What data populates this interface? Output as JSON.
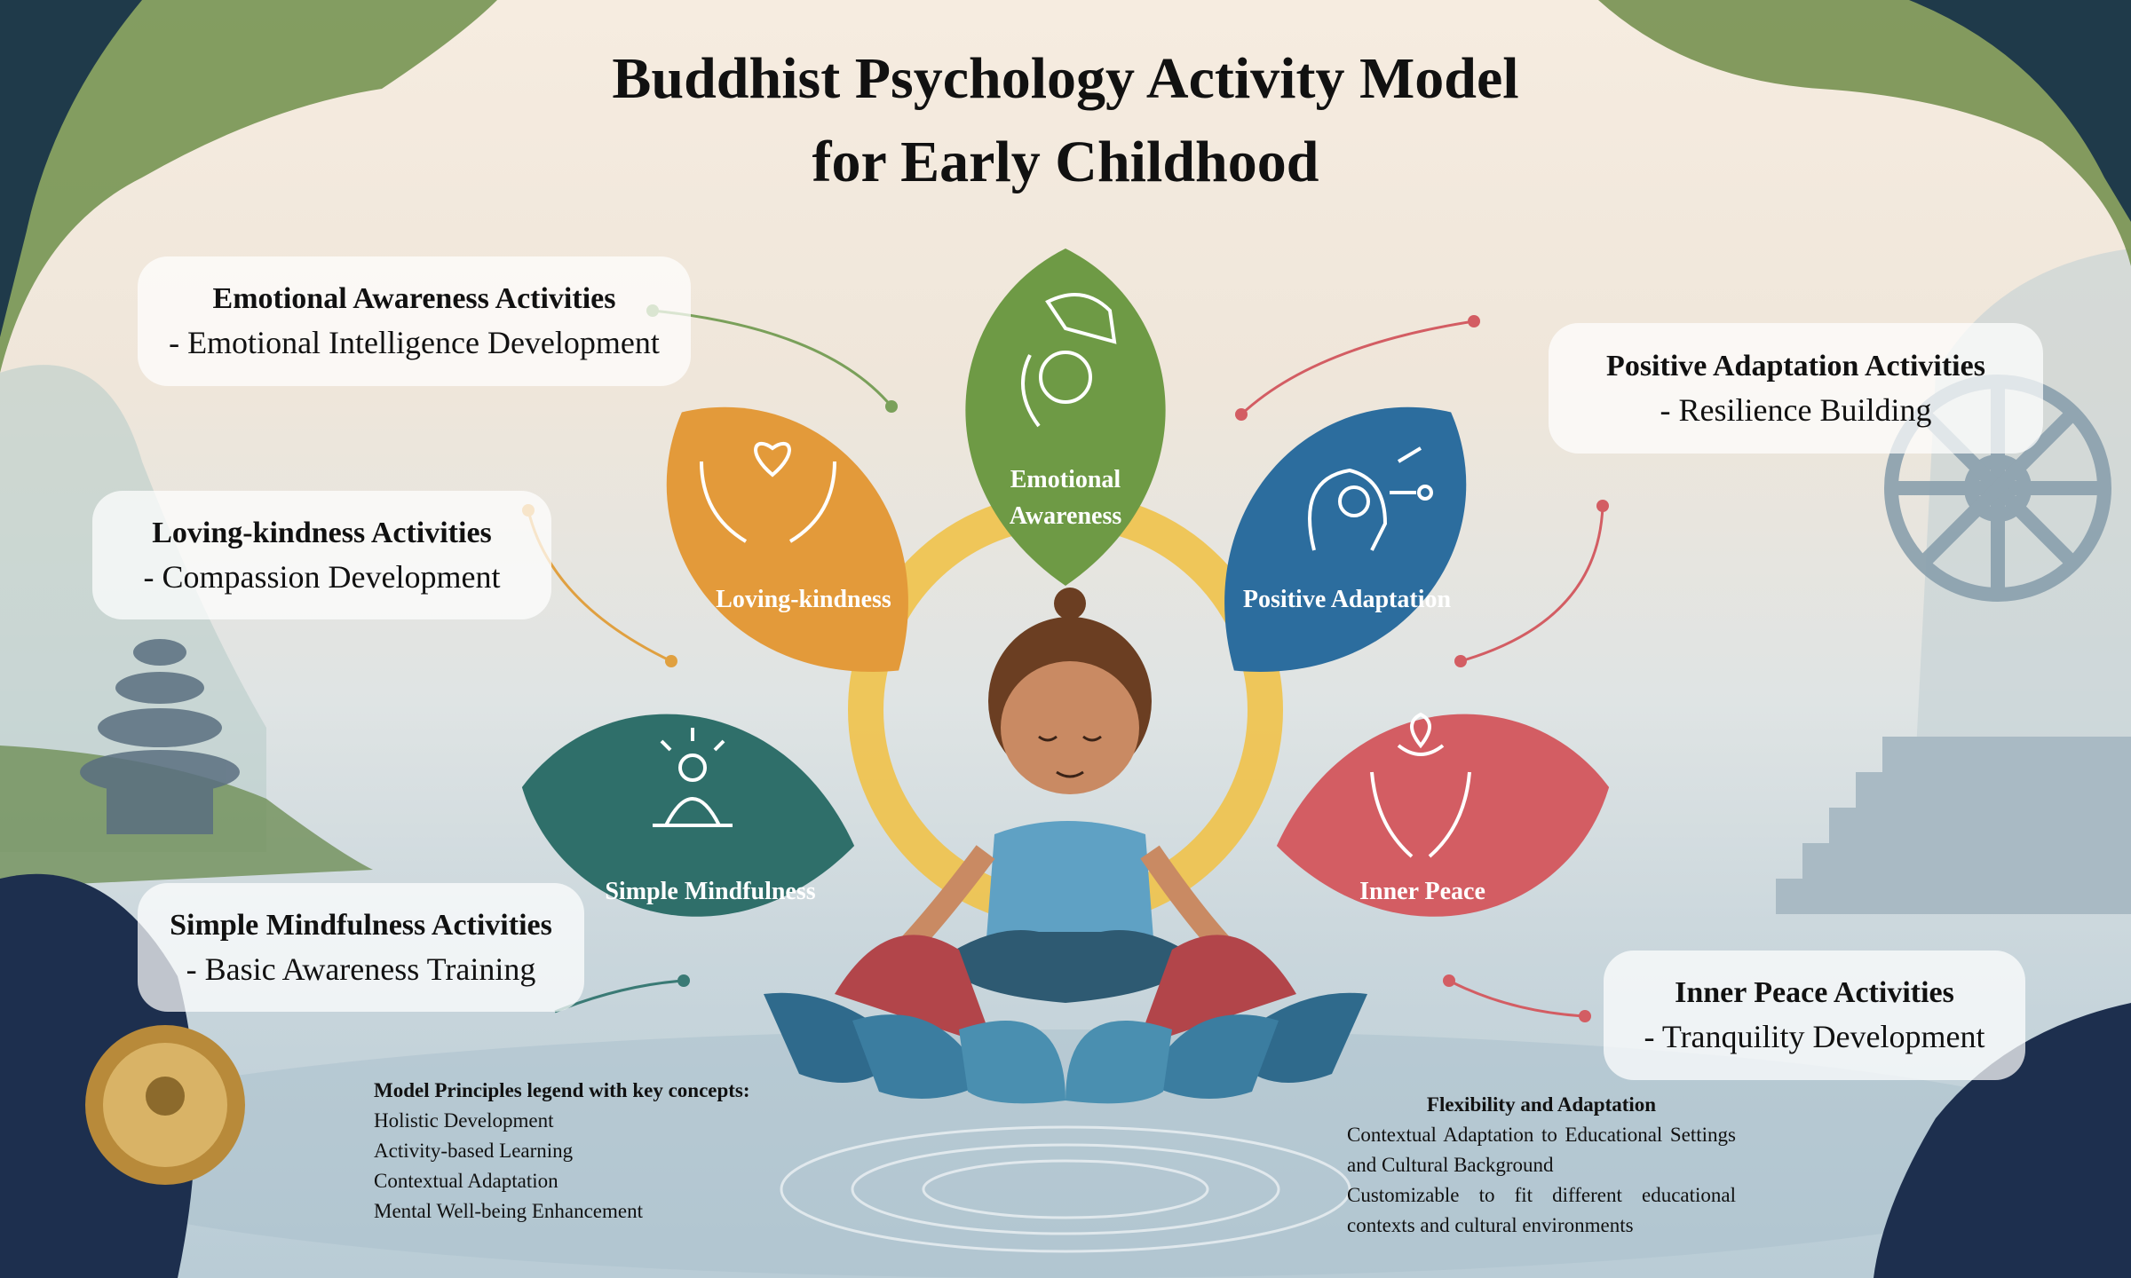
{
  "title": {
    "line1": "Buddhist Psychology Activity Model",
    "line2": "for Early Childhood"
  },
  "petals": [
    {
      "id": "emotional-awareness",
      "line1": "Emotional",
      "line2": "Awareness",
      "color": "#6e9a45",
      "icon": "hand-brain-icon"
    },
    {
      "id": "loving-kindness",
      "label": "Loving-kindness",
      "color": "#e39a3a",
      "icon": "hands-heart-icon"
    },
    {
      "id": "positive-adaptation",
      "label": "Positive Adaptation",
      "color": "#2c6d9e",
      "icon": "head-gear-icon"
    },
    {
      "id": "simple-mindfulness",
      "label": "Simple Mindfulness",
      "color": "#2f6f6a",
      "icon": "meditating-person-icon"
    },
    {
      "id": "inner-peace",
      "label": "Inner Peace",
      "color": "#d35d63",
      "icon": "hands-lotus-icon"
    }
  ],
  "callouts": {
    "emotional": {
      "title": "Emotional Awareness Activities",
      "subtitle": "- Emotional Intelligence Development"
    },
    "loving": {
      "title": "Loving-kindness Activities",
      "subtitle": "- Compassion Development"
    },
    "mindfulness": {
      "title": "Simple Mindfulness Activities",
      "subtitle": "- Basic Awareness Training"
    },
    "positive": {
      "title": "Positive Adaptation Activities",
      "subtitle": "- Resilience Building"
    },
    "peace": {
      "title": "Inner Peace Activities",
      "subtitle": "- Tranquility Development"
    }
  },
  "legend": {
    "heading": "Model Principles legend with key concepts:",
    "items": [
      "Holistic Development",
      "Activity-based Learning",
      "Contextual Adaptation",
      "Mental Well-being Enhancement"
    ]
  },
  "flexibility": {
    "heading": "Flexibility and Adaptation",
    "lines": [
      "Contextual Adaptation to Educational Settings and Cultural Background",
      "Customizable to fit different educational contexts and cultural environments"
    ]
  }
}
